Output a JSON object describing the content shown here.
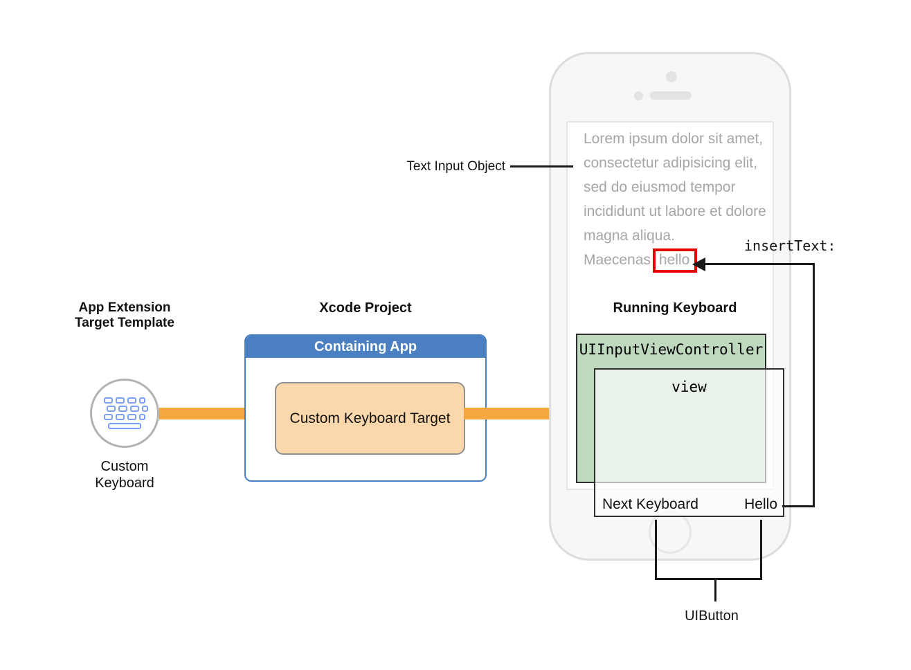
{
  "colors": {
    "orange": "#F5A63C",
    "blue": "#4A7FC2",
    "peach_fill": "#FBD8AC",
    "peach_border": "#8F8F8F",
    "green_fill": "#BFD9BE",
    "box_border": "#2E2E2E",
    "red": "#E60000",
    "muted_text": "#A6A6A6",
    "keyboard_blue": "#7A9FF2",
    "line_black": "#1A1A1A"
  },
  "app_extension": {
    "title_line1": "App Extension",
    "title_line2": "Target Template",
    "caption_line1": "Custom",
    "caption_line2": "Keyboard"
  },
  "xcode_project": {
    "title": "Xcode Project",
    "containing_app_label": "Containing App",
    "custom_keyboard_target_label": "Custom Keyboard Target"
  },
  "running_keyboard": {
    "title": "Running Keyboard",
    "controller_label": "UIInputViewController",
    "view_label": "view",
    "next_keyboard_label": "Next Keyboard",
    "hello_label": "Hello"
  },
  "text_input": {
    "lines": [
      "Lorem ipsum dolor sit amet,",
      "consectetur adipisicing elit,",
      "sed do eiusmod tempor",
      "incididunt ut labore et dolore",
      "magna aliqua."
    ],
    "last_line_prefix": "Maecenas",
    "inserted_word": "hello"
  },
  "annotations": {
    "text_input_object": "Text Input Object",
    "insert_text_method": "insertText:",
    "uibutton": "UIButton"
  }
}
